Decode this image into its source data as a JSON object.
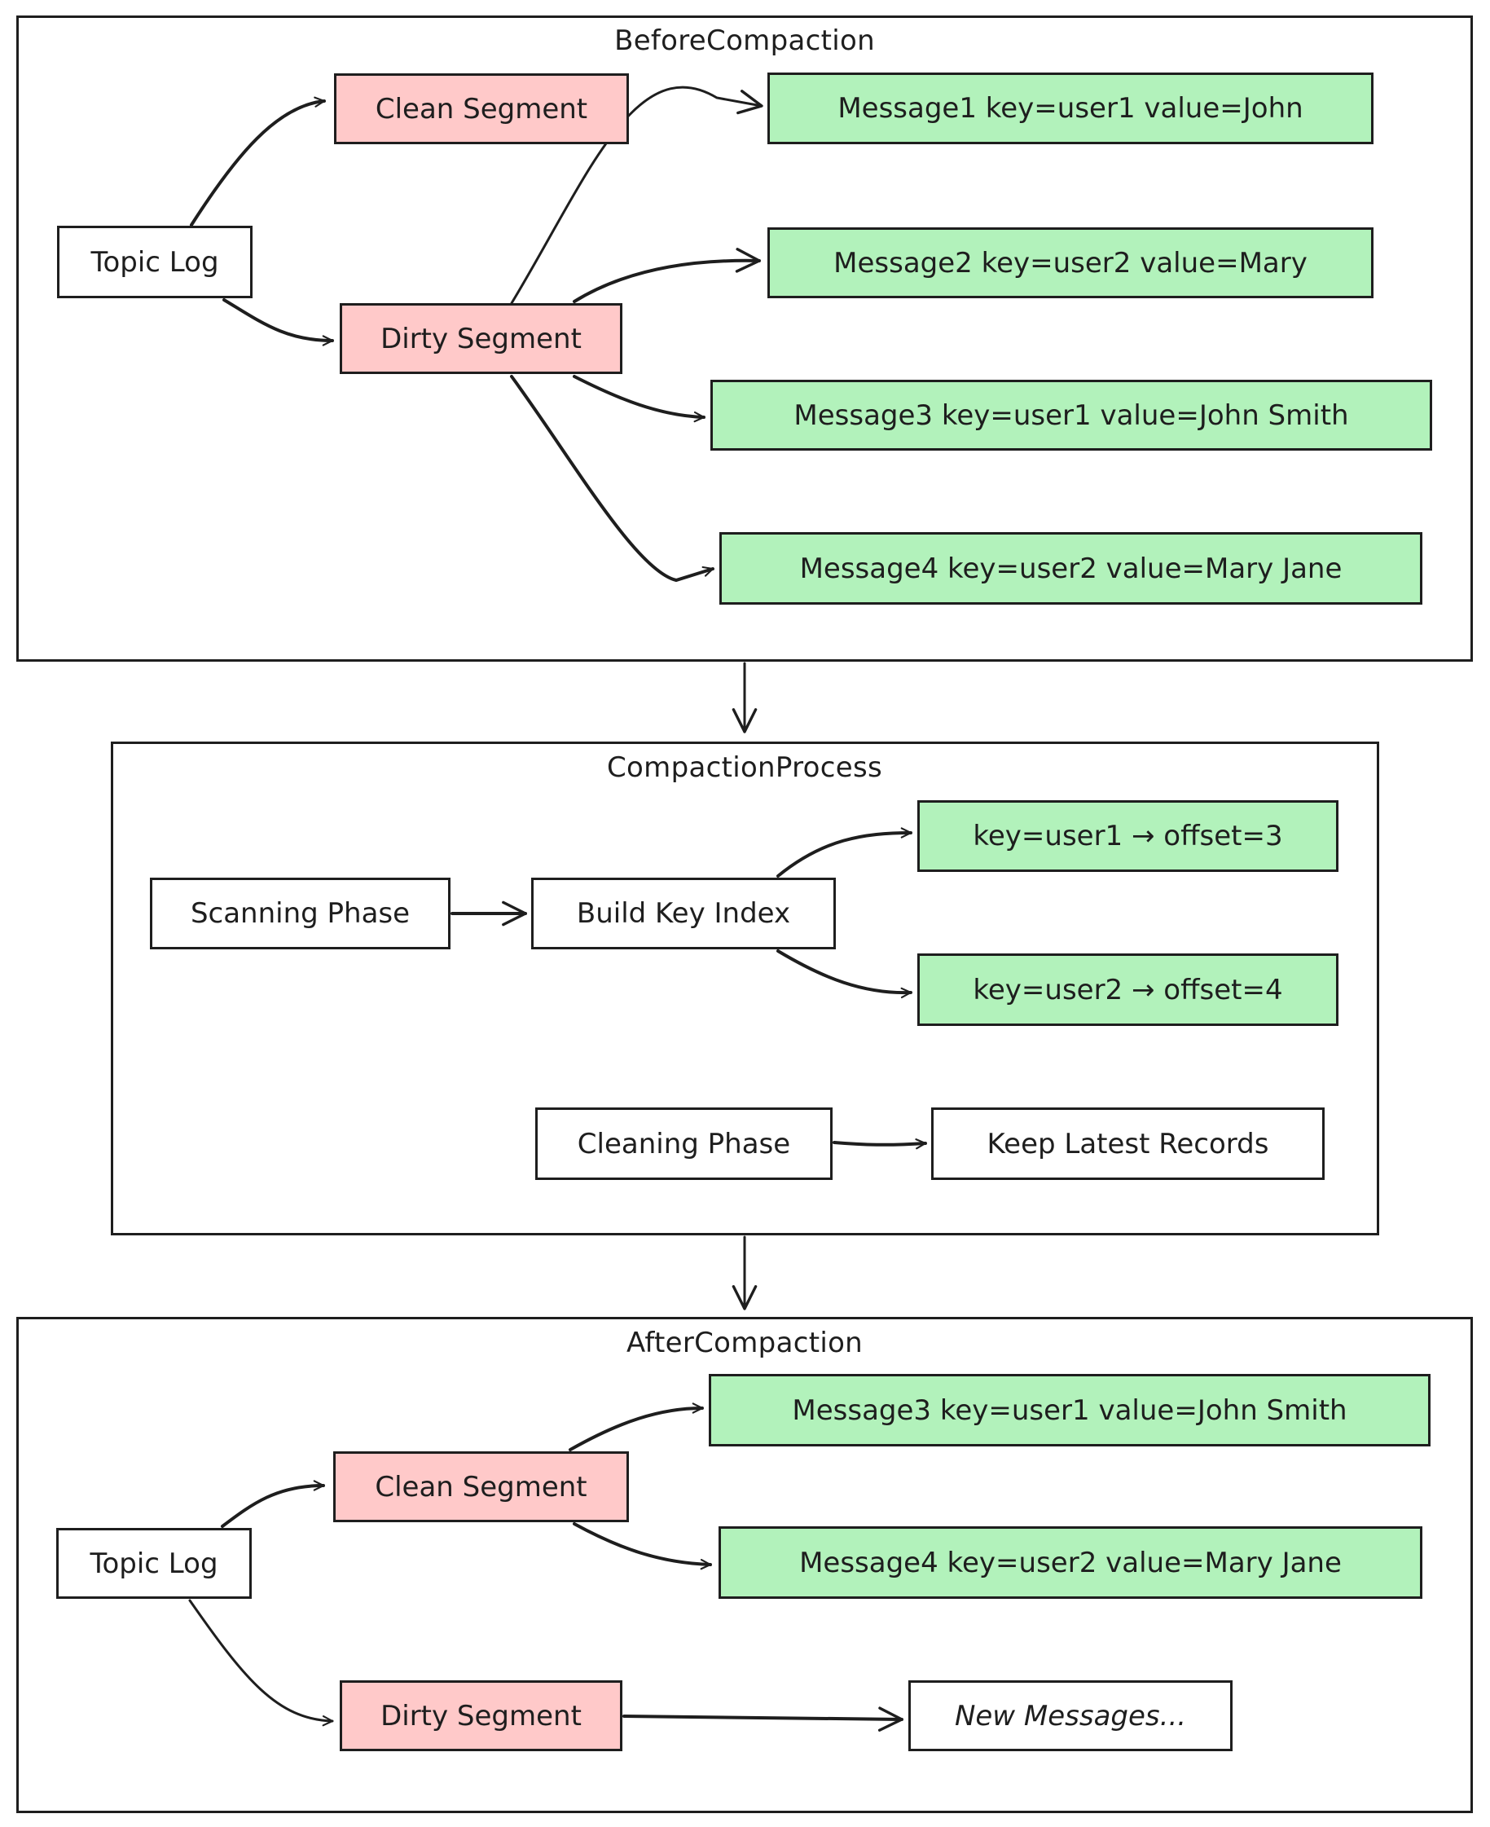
{
  "colors": {
    "stroke": "#1e1e1e",
    "segment_fill": "#ffc9c9",
    "message_fill": "#b2f2bb",
    "plain_fill": "#ffffff",
    "background": "#ffffff"
  },
  "before": {
    "title": "BeforeCompaction",
    "topic_log": "Topic Log",
    "clean_segment": "Clean Segment",
    "dirty_segment": "Dirty Segment",
    "messages": [
      "Message1 key=user1 value=John",
      "Message2 key=user2 value=Mary",
      "Message3 key=user1 value=John Smith",
      "Message4 key=user2 value=Mary Jane"
    ]
  },
  "process": {
    "title": "CompactionProcess",
    "scanning_phase": "Scanning Phase",
    "build_key_index": "Build Key Index",
    "key_index": [
      "key=user1 → offset=3",
      "key=user2 → offset=4"
    ],
    "cleaning_phase": "Cleaning Phase",
    "keep_latest": "Keep Latest Records"
  },
  "after": {
    "title": "AfterCompaction",
    "topic_log": "Topic Log",
    "clean_segment": "Clean Segment",
    "dirty_segment": "Dirty Segment",
    "messages": [
      "Message3 key=user1 value=John Smith",
      "Message4 key=user2 value=Mary Jane"
    ],
    "new_messages": "New Messages..."
  }
}
